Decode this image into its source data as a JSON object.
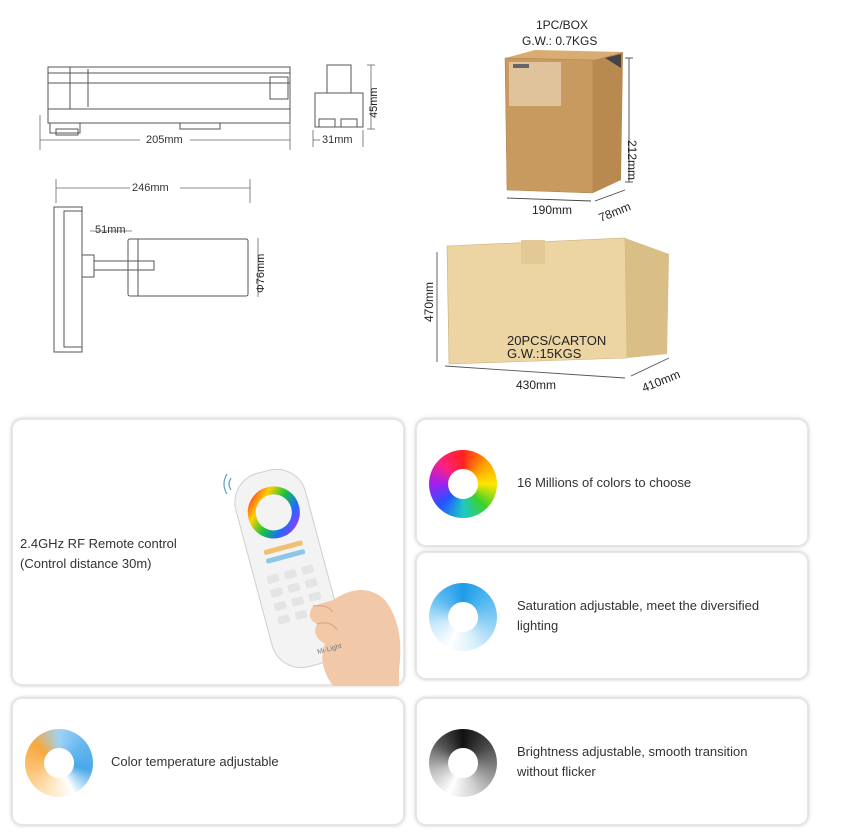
{
  "dimensions": {
    "side_width": "205mm",
    "end_width": "31mm",
    "end_height": "45mm",
    "total_length": "246mm",
    "arm_offset": "51mm",
    "diameter": "Φ76mm"
  },
  "box": {
    "count": "1PC/BOX",
    "weight": "G.W.: 0.7KGS",
    "height": "212mm",
    "width": "190mm",
    "depth": "78mm"
  },
  "carton": {
    "count": "20PCS/CARTON",
    "weight": "G.W.:15KGS",
    "height": "470mm",
    "width": "430mm",
    "depth": "410mm"
  },
  "remote": {
    "line1": "2.4GHz RF Remote control",
    "line2": "(Control distance 30m)",
    "brand": "Mi·Light"
  },
  "features": {
    "colors": "16 Millions of colors to choose",
    "saturation_1": "Saturation adjustable, meet the diversified",
    "saturation_2": "lighting",
    "temperature": "Color temperature adjustable",
    "brightness_1": "Brightness adjustable, smooth transition",
    "brightness_2": "without flicker"
  }
}
